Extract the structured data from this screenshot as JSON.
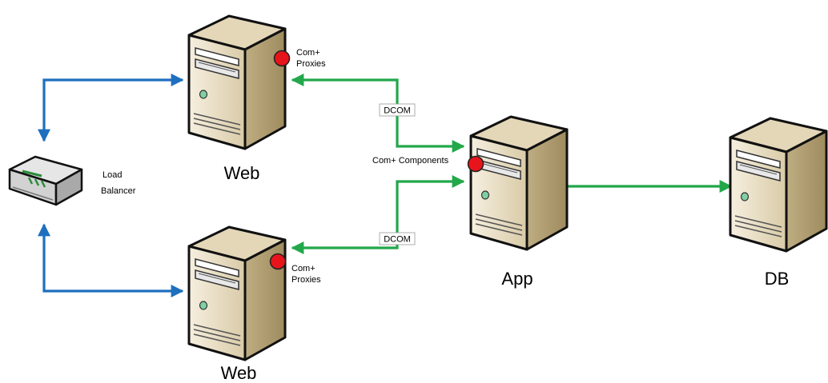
{
  "servers": {
    "web_top": {
      "label": "Web",
      "badge_label": [
        "Com+",
        "Proxies"
      ]
    },
    "web_bottom": {
      "label": "Web",
      "badge_label": [
        "Com+",
        "Proxies"
      ]
    },
    "app": {
      "label": "App",
      "badge_label": "Com+ Components"
    },
    "db": {
      "label": "DB"
    }
  },
  "load_balancer": {
    "label": [
      "Load",
      "Balancer"
    ]
  },
  "connections": {
    "dcom_top": "DCOM",
    "dcom_bottom": "DCOM"
  },
  "colors": {
    "lb_link": "#1f6fbf",
    "dcom_link": "#22a84a",
    "badge": "#e8141b",
    "server_body": "#efe4cc",
    "server_side": "#c9b98f"
  }
}
